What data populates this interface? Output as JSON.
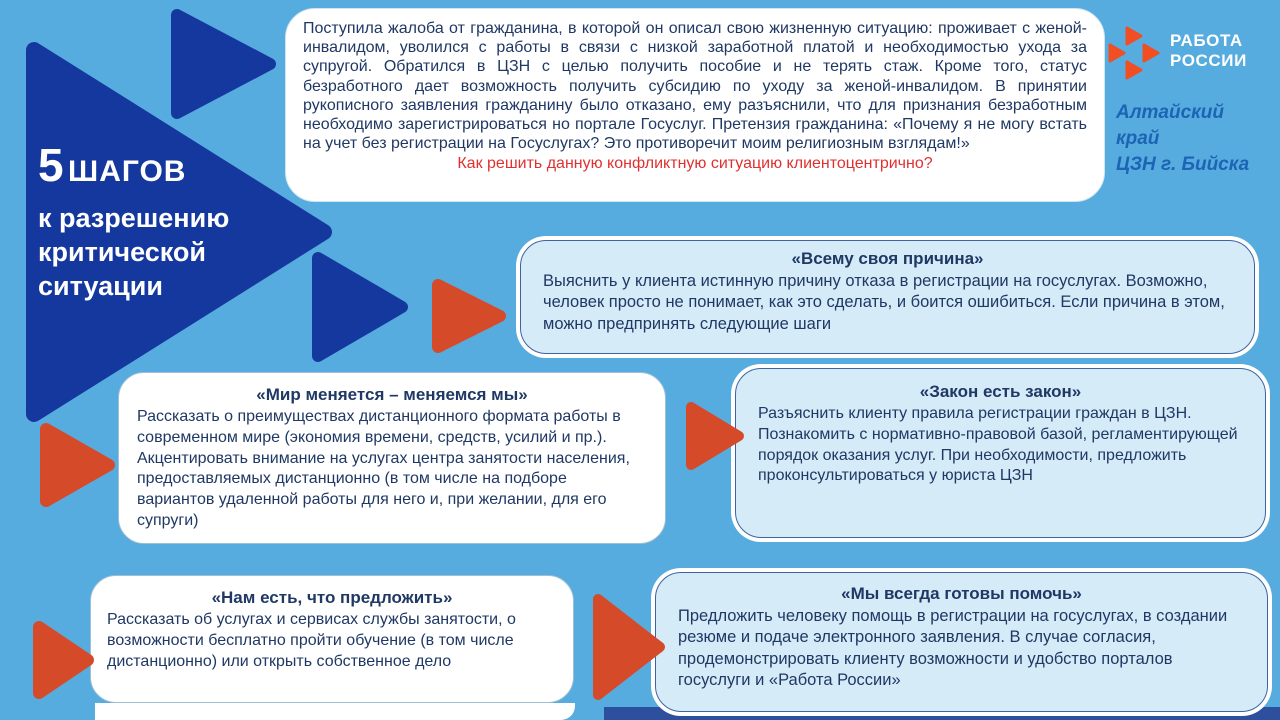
{
  "slide": {
    "title": {
      "number": "5",
      "word": "ШАГОВ",
      "subtitle": "к разрешению критической ситуации"
    },
    "complaint": {
      "body": "Поступила жалоба от гражданина, в которой он описал свою жизненную ситуацию: проживает с женой-инвалидом, уволился с работы в связи с низкой заработной платой и необходимостью ухода за супругой. Обратился в ЦЗН с целью получить пособие и не терять стаж. Кроме того, статус безработного дает возможность получить субсидию по уходу за женой-инвалидом. В принятии рукописного заявления гражданину было отказано, ему разъяснили, что для признания безработным необходимо зарегистрироваться но портале Госуслуг. Претензия гражданина: «Почему я не могу встать на учет без регистрации на Госуслугах? Это противоречит моим религиозным взглядам!»",
      "question": "Как решить данную конфликтную ситуацию клиентоцентрично?"
    },
    "logo": {
      "line1": "РАБОТА",
      "line2": "РОССИИ"
    },
    "branch": {
      "line1": "Алтайский",
      "line2": "край",
      "line3": "ЦЗН г. Бийска"
    },
    "steps": [
      {
        "title": "«Всему своя причина»",
        "body": "Выяснить у клиента истинную причину отказа в регистрации на госуслугах. Возможно, человек просто не понимает, как это сделать, и боится ошибиться. Если причина в этом, можно предпринять следующие шаги"
      },
      {
        "title": "«Мир меняется – меняемся мы»",
        "body": "Рассказать о преимуществах дистанционного формата работы в современном мире (экономия времени, средств, усилий и пр.). Акцентировать внимание на услугах центра занятости населения, предоставляемых дистанционно (в том числе на подборе вариантов удаленной работы для него и, при желании, для его супруги)"
      },
      {
        "title": "«Закон есть закон»",
        "body": "Разъяснить клиенту правила регистрации граждан в ЦЗН. Познакомить с нормативно-правовой базой, регламентирующей порядок оказания услуг. При необходимости, предложить проконсультироваться у юриста ЦЗН"
      },
      {
        "title": "«Нам есть, что предложить»",
        "body": "Рассказать об услугах и сервисах службы занятости, о возможности бесплатно пройти обучение (в том числе дистанционно) или открыть собственное дело"
      },
      {
        "title": "«Мы всегда готовы помочь»",
        "body": "Предложить человеку помощь в регистрации на госуслугах, в создании резюме и подаче электронного заявления. В случае согласия, продемонстрировать клиенту возможности и удобство порталов госуслуги и «Работа России»"
      }
    ],
    "colors": {
      "background": "#57acdf",
      "triangle_blue": "#15389e",
      "arrow_red": "#d54b2a",
      "logo_orange": "#f14e23",
      "text_navy": "#1f3864",
      "question_red": "#e03030",
      "branch_blue": "#1d64b4",
      "box_blue_fill": "#d5ebf8",
      "bottom_bar": "#2d4f9e"
    }
  }
}
